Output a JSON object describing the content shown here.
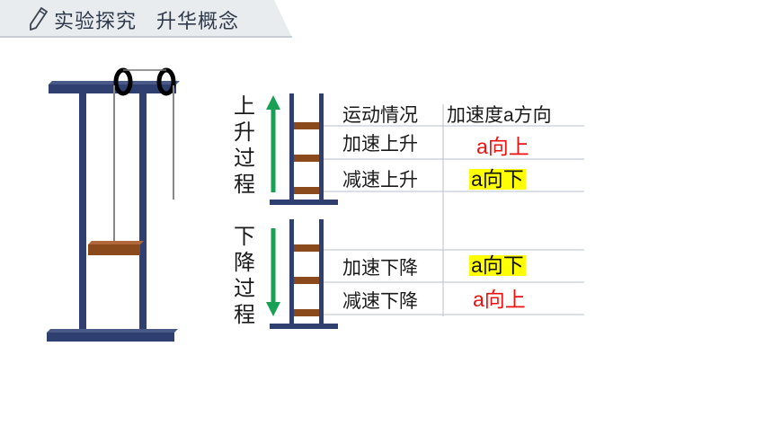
{
  "header": {
    "title": "实验探究",
    "subtitle": "升华概念"
  },
  "labels": {
    "ascent": "上升过程",
    "descent": "下降过程"
  },
  "table": {
    "col1_header": "运动情况",
    "col2_header": "加速度a方向",
    "rows": [
      {
        "motion": "加速上升",
        "direction": "a向上"
      },
      {
        "motion": "减速上升",
        "direction": "a向下"
      },
      {
        "motion": "加速下降",
        "direction": "a向下"
      },
      {
        "motion": "减速下降",
        "direction": "a向上"
      }
    ]
  },
  "colors": {
    "frame": "#2f3f6f",
    "arrow": "#1aa055",
    "highlight": "#ffff00",
    "red_text": "#ee1111",
    "board": "#8b4a1c"
  }
}
